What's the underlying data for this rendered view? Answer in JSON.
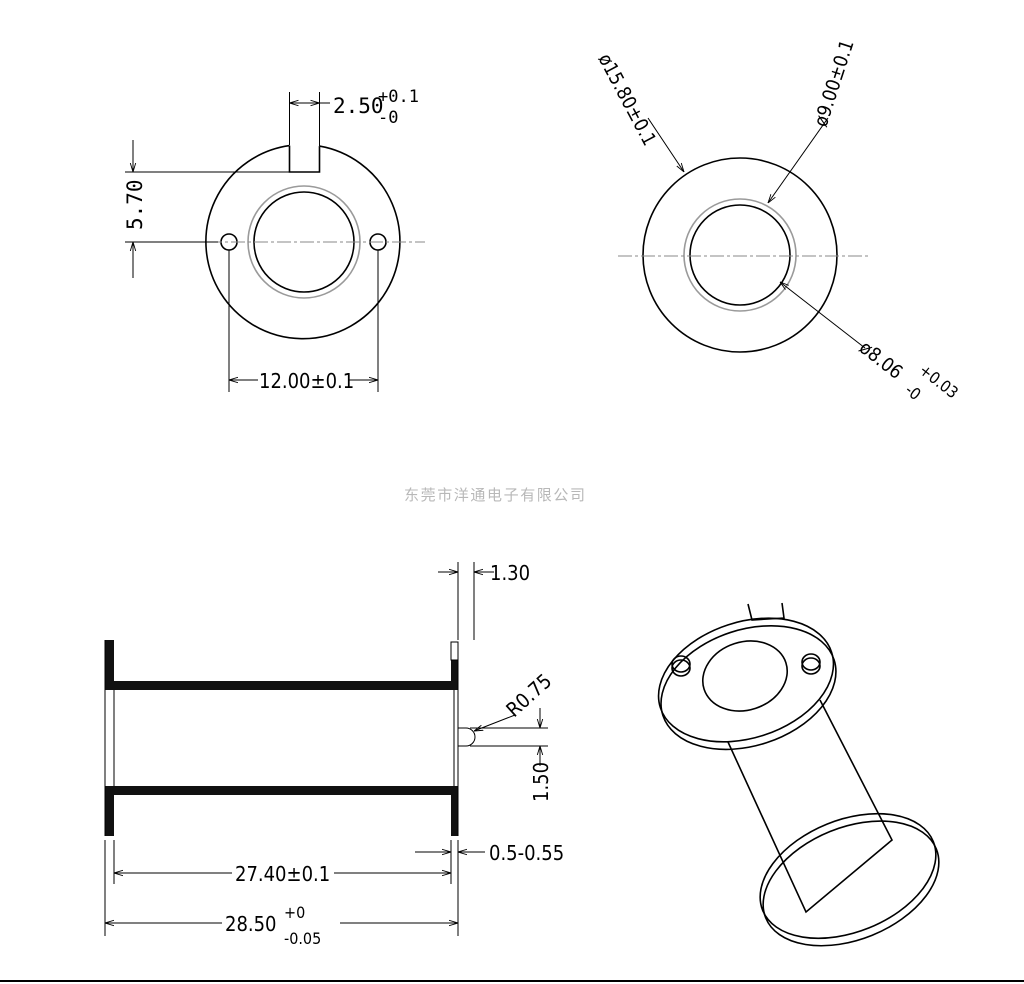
{
  "dimensions": {
    "slot_width": "2.50",
    "slot_tol_plus": "+0.1",
    "slot_tol_minus": "-0",
    "slot_depth": "5.70",
    "pin_spacing": "12.00±0.1",
    "flange_diameter": "ø15.80±0.1",
    "tube_outer_diameter": "ø9.00±0.1",
    "tube_inner_diameter": "ø8.06",
    "tube_inner_tol_plus": "+0.03",
    "tube_inner_tol_minus": "-0",
    "flange_thickness": "1.30",
    "pin_radius": "R0.75",
    "pin_length": "1.50",
    "gap": "0.5-0.55",
    "inner_length": "27.40±0.1",
    "overall_length": "28.50",
    "overall_tol_plus": "+0",
    "overall_tol_minus": "-0.05"
  },
  "watermark": "东莞市洋通电子有限公司"
}
